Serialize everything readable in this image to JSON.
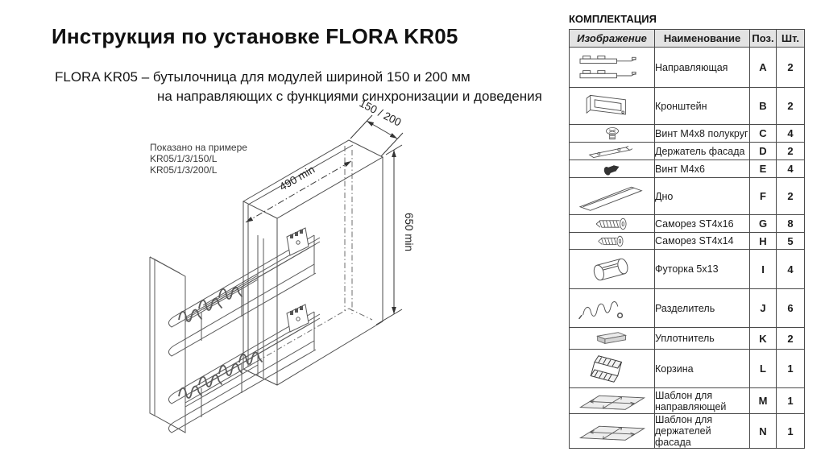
{
  "page": {
    "title": "Инструкция по установке FLORA KR05"
  },
  "intro": {
    "line1": "FLORA  KR05 – бутылочница для модулей шириной 150 и 200 мм",
    "line2": "на направляющих с функциями синхронизации и доведения"
  },
  "drawing": {
    "note_line1": "Показано на примере",
    "note_line2": "KR05/1/3/150/L",
    "note_line3": "KR05/1/3/200/L",
    "dim_width": "150 / 200",
    "dim_depth": "490 min",
    "dim_height": "650 min"
  },
  "parts": {
    "title": "КОМПЛЕКТАЦИЯ",
    "columns": {
      "image": "Изображение",
      "name": "Наименование",
      "pos": "Поз.",
      "qty": "Шт."
    },
    "rows": [
      {
        "icon": "slide-rail",
        "name": "Направляющая",
        "pos": "A",
        "qty": "2"
      },
      {
        "icon": "bracket",
        "name": "Кронштейн",
        "pos": "B",
        "qty": "2"
      },
      {
        "icon": "round-head-screw",
        "name": "Винт М4х8 полукруг",
        "pos": "C",
        "qty": "4"
      },
      {
        "icon": "facade-holder",
        "name": "Держатель фасада",
        "pos": "D",
        "qty": "2"
      },
      {
        "icon": "screw-m4x6",
        "name": "Винт М4х6",
        "pos": "E",
        "qty": "4"
      },
      {
        "icon": "bottom-panel",
        "name": "Дно",
        "pos": "F",
        "qty": "2"
      },
      {
        "icon": "self-tapping-screw",
        "name": "Саморез ST4x16",
        "pos": "G",
        "qty": "8"
      },
      {
        "icon": "self-tapping-screw",
        "name": "Саморез ST4x14",
        "pos": "H",
        "qty": "5"
      },
      {
        "icon": "sleeve",
        "name": "Футорка 5х13",
        "pos": "I",
        "qty": "4"
      },
      {
        "icon": "wire-divider",
        "name": "Разделитель",
        "pos": "J",
        "qty": "6"
      },
      {
        "icon": "seal-pad",
        "name": "Уплотнитель",
        "pos": "K",
        "qty": "2"
      },
      {
        "icon": "basket",
        "name": "Корзина",
        "pos": "L",
        "qty": "1"
      },
      {
        "icon": "template",
        "name": "Шаблон для направляющей",
        "pos": "M",
        "qty": "1"
      },
      {
        "icon": "template",
        "name": "Шаблон для держателей фасада",
        "pos": "N",
        "qty": "1"
      }
    ]
  }
}
